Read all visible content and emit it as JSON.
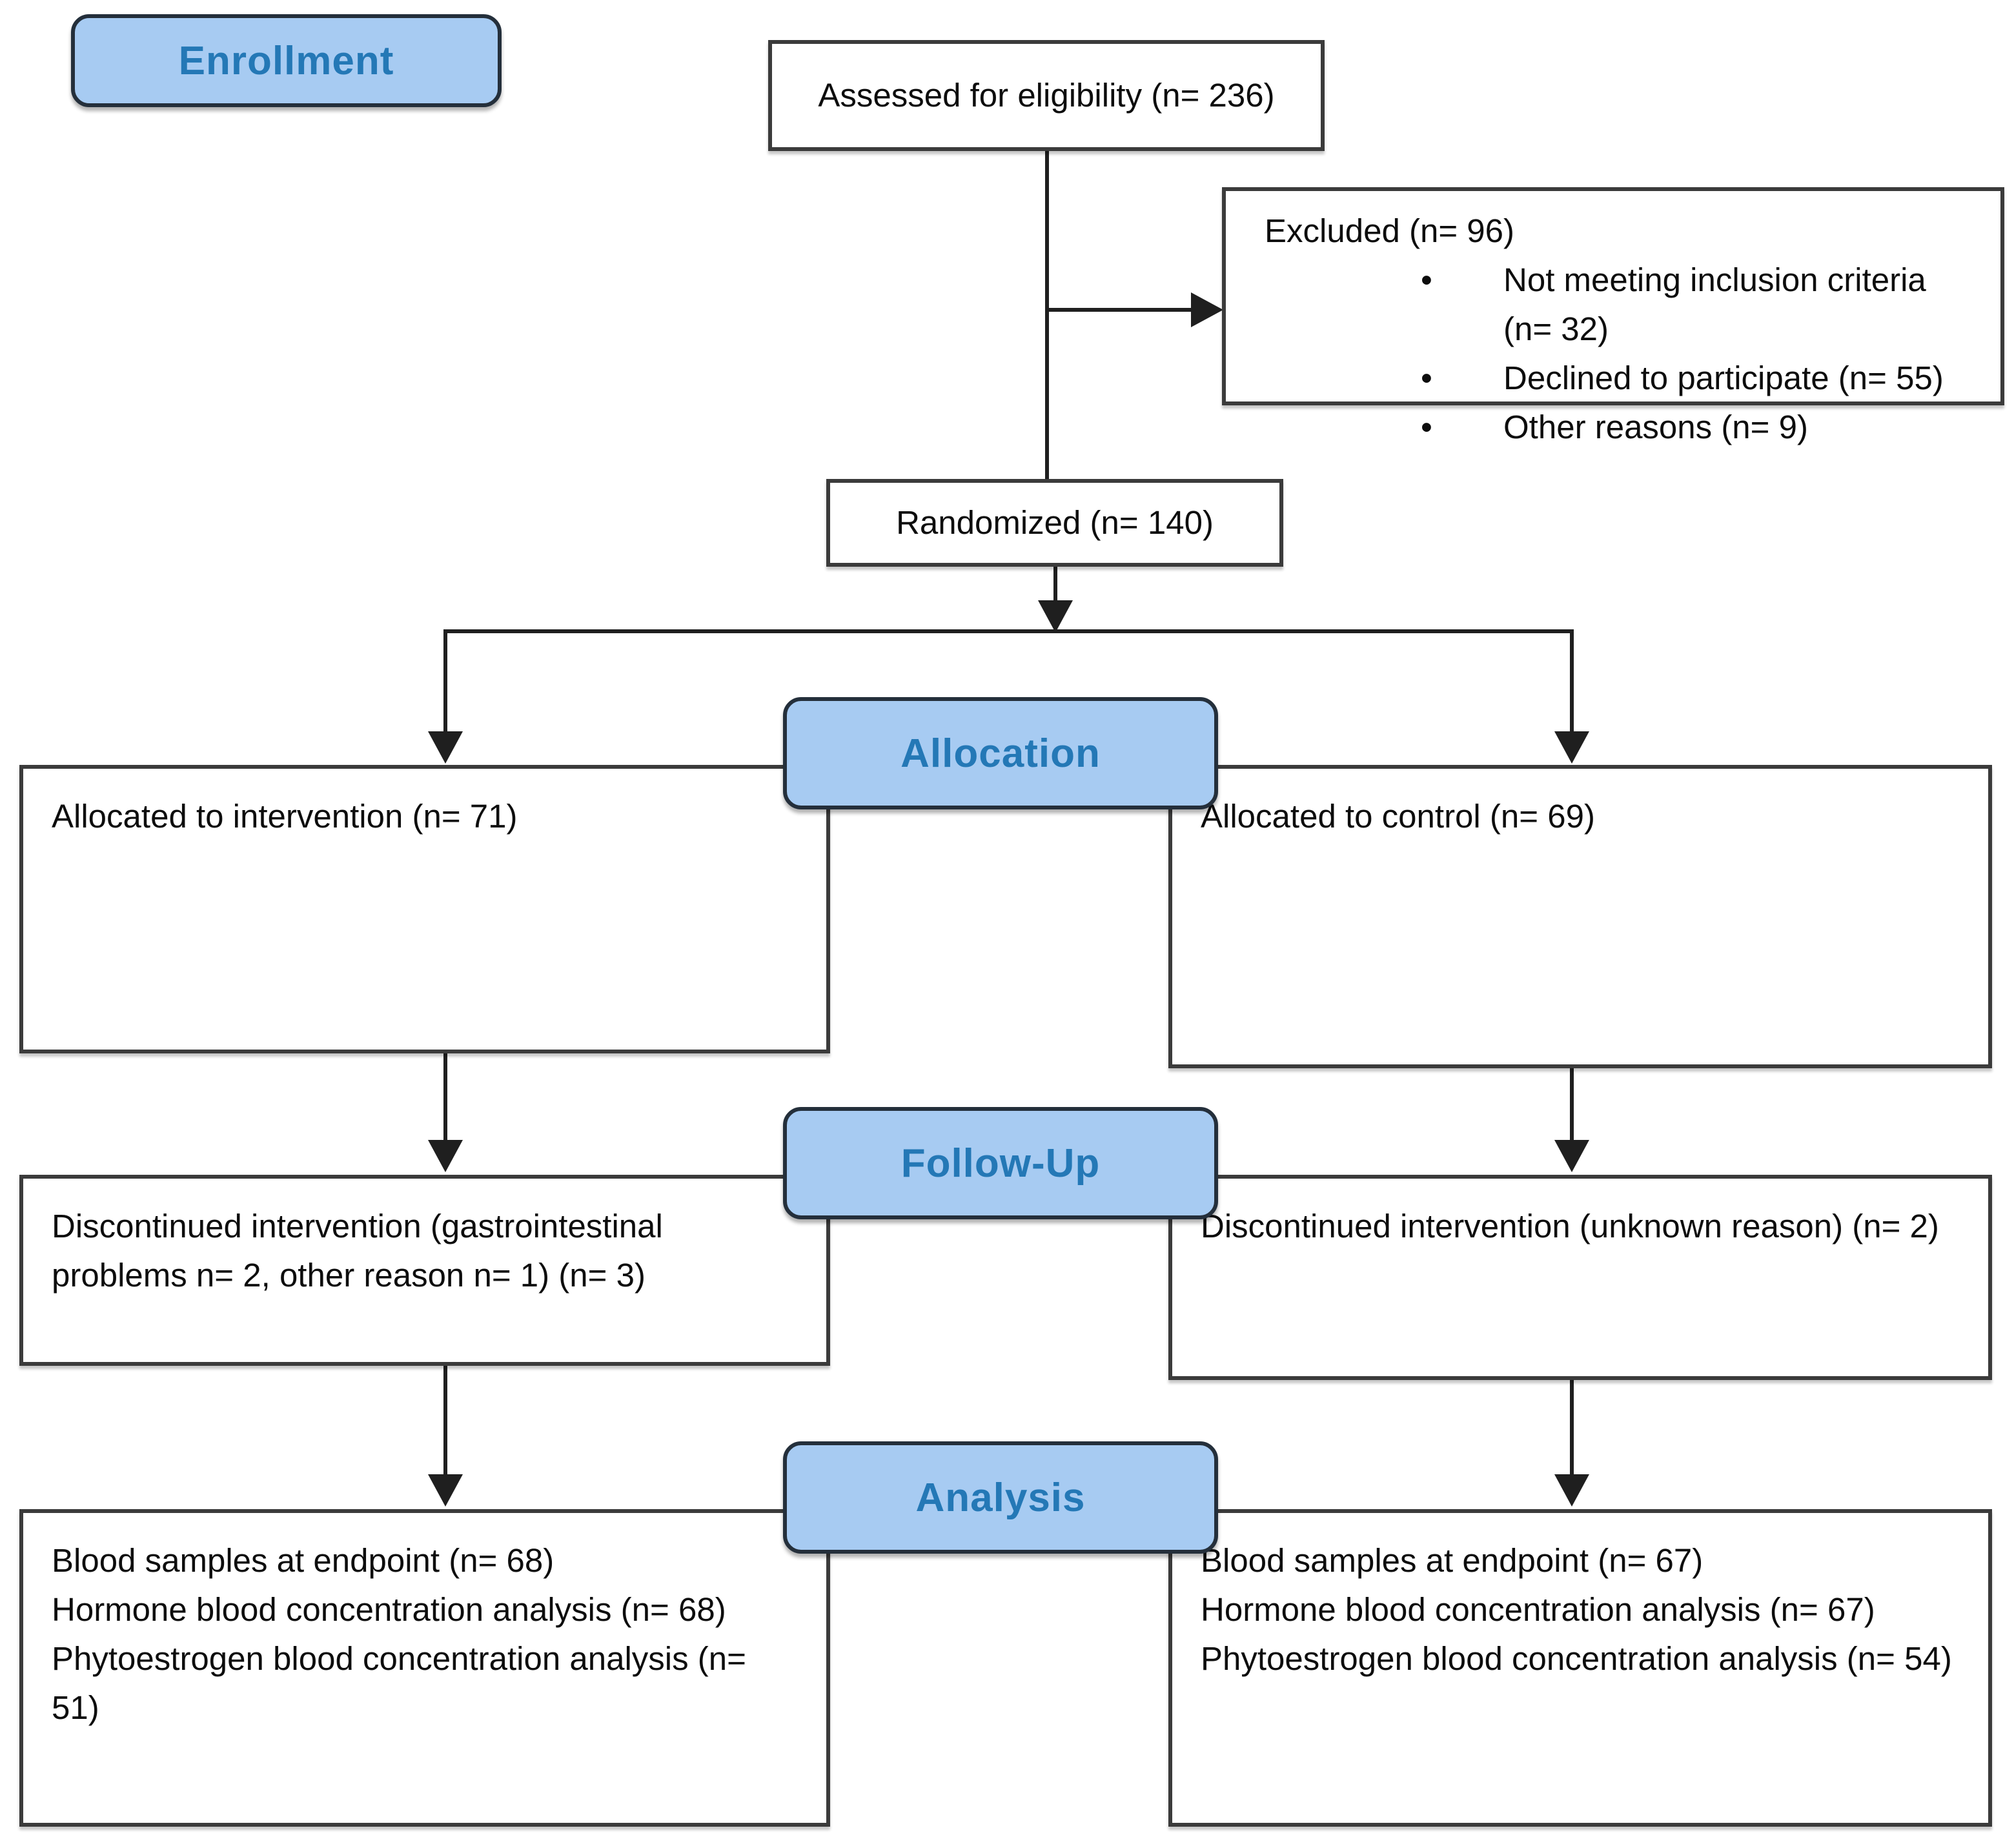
{
  "colors": {
    "background": "#FFFFFF",
    "pill_fill": "#A7CBF2",
    "pill_border": "#242F3B",
    "pill_text": "#2478B6",
    "box_border": "#3B3B3B",
    "line_color": "#1F1F1F",
    "text_color": "#0D0D0D"
  },
  "stages": {
    "enrollment": {
      "label": "Enrollment"
    },
    "allocation": {
      "label": "Allocation"
    },
    "followup": {
      "label": "Follow-Up"
    },
    "analysis": {
      "label": "Analysis"
    }
  },
  "boxes": {
    "assessed": {
      "text": "Assessed for eligibility (n= 236)"
    },
    "excluded": {
      "title": "Excluded (n= 96)",
      "bullet_char": "•",
      "bullets": [
        "Not meeting inclusion criteria (n= 32)",
        "Declined to participate (n= 55)",
        "Other reasons (n= 9)"
      ]
    },
    "randomized": {
      "text": "Randomized (n= 140)"
    },
    "alloc_left": {
      "text": "Allocated to intervention (n= 71)"
    },
    "alloc_right": {
      "text": "Allocated to control (n= 69)"
    },
    "followup_left": {
      "text": "Discontinued intervention (gastrointestinal problems n= 2, other reason n= 1) (n= 3)"
    },
    "followup_right": {
      "text": "Discontinued intervention (unknown reason) (n= 2)"
    },
    "analysis_left": {
      "lines": [
        "Blood samples at endpoint (n= 68)",
        "Hormone blood concentration analysis (n= 68)",
        "Phytoestrogen blood concentration analysis (n= 51)"
      ]
    },
    "analysis_right": {
      "lines": [
        "Blood samples at endpoint (n= 67)",
        "Hormone blood concentration analysis (n= 67)",
        "Phytoestrogen blood concentration analysis (n= 54)"
      ]
    }
  }
}
